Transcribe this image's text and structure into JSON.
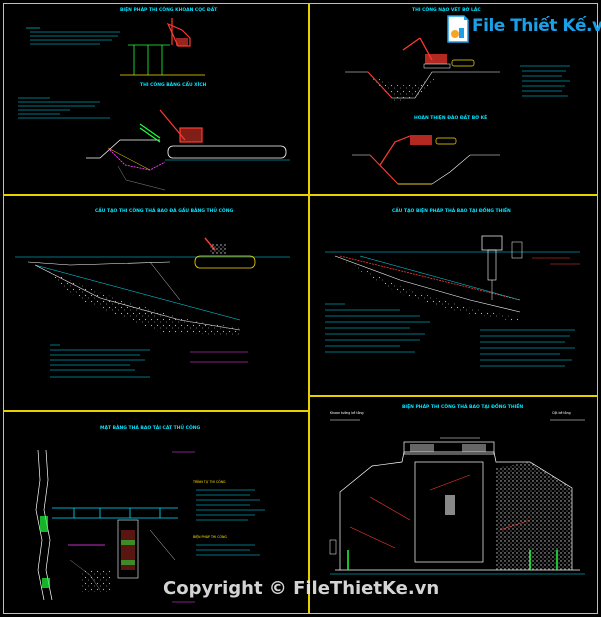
{
  "logo": {
    "brand": "File Thiết Kế.vn"
  },
  "watermark": {
    "text": "Copyright © FileThietKe.vn"
  },
  "panels": {
    "p1": {
      "title": "BIỆN PHÁP THI CÔNG KHOAN CỌC ĐẤT",
      "subtitle": "THI CÔNG BẰNG CẨU XÍCH"
    },
    "p2": {
      "title": "THI CÔNG NẠO VÉT BỜ LẮC",
      "subtitle": "HOÀN THIỆN ĐÀO ĐẤT BỜ KÊ"
    },
    "p3": {
      "title": "CẤU TẠO THI CÔNG THẢ BAO ĐÁ GẦU BẰNG THỦ CÔNG"
    },
    "p4": {
      "title": "CẤU TẠO BIỆN PHÁP THẢ BAO TẠI ĐỒNG THIỀN"
    },
    "p5": {
      "title": "MẶT BẰNG THẢ BAO TẢI CÁT THỦ CÔNG",
      "notes_title": "TRÌNH TỰ THI CÔNG",
      "notes2_title": "BIỆN PHÁP THI CÔNG"
    },
    "p6": {
      "title": "BIỆN PHÁP THI CÔNG THẢ BAO TẠI ĐỒNG THIỀN",
      "label_left": "Khoan tường bê tông",
      "label_right": "Cột bê tông"
    }
  },
  "colors": {
    "border": "#e6d000",
    "cyan": "#00e5ff",
    "magenta": "#ff40ff",
    "yellow": "#ffe100",
    "green": "#21ff3c",
    "red": "#ff3b30",
    "brand_blue": "#1aa0e8"
  }
}
